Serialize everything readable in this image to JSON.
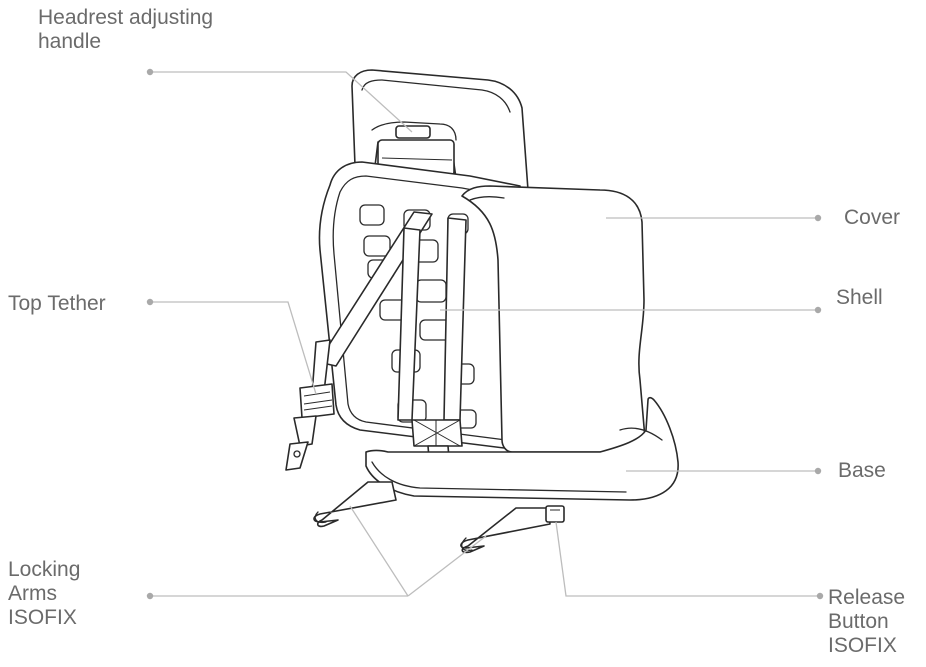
{
  "labels": {
    "headrest": [
      "Headrest adjusting",
      "handle"
    ],
    "cover": "Cover",
    "top_tether": "Top Tether",
    "shell": "Shell",
    "base": "Base",
    "locking_arms": [
      "Locking",
      "Arms",
      "ISOFIX"
    ],
    "release_button": [
      "Release",
      "Button",
      "ISOFIX"
    ]
  },
  "colors": {
    "label_text": "#6b6b6b",
    "leader_line": "#bdbdbd",
    "leader_dot": "#a9a9a9",
    "drawing_ink": "#2a2a2a"
  }
}
